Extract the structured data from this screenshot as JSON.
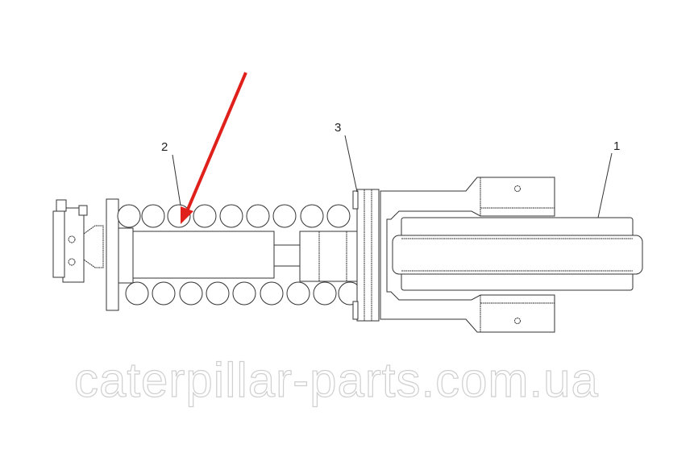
{
  "diagram": {
    "callouts": [
      {
        "id": "callout-1",
        "label": "1"
      },
      {
        "id": "callout-2",
        "label": "2"
      },
      {
        "id": "callout-3",
        "label": "3"
      }
    ],
    "watermark": "caterpillar-parts.com.ua",
    "arrow_color": "#e0201b"
  }
}
